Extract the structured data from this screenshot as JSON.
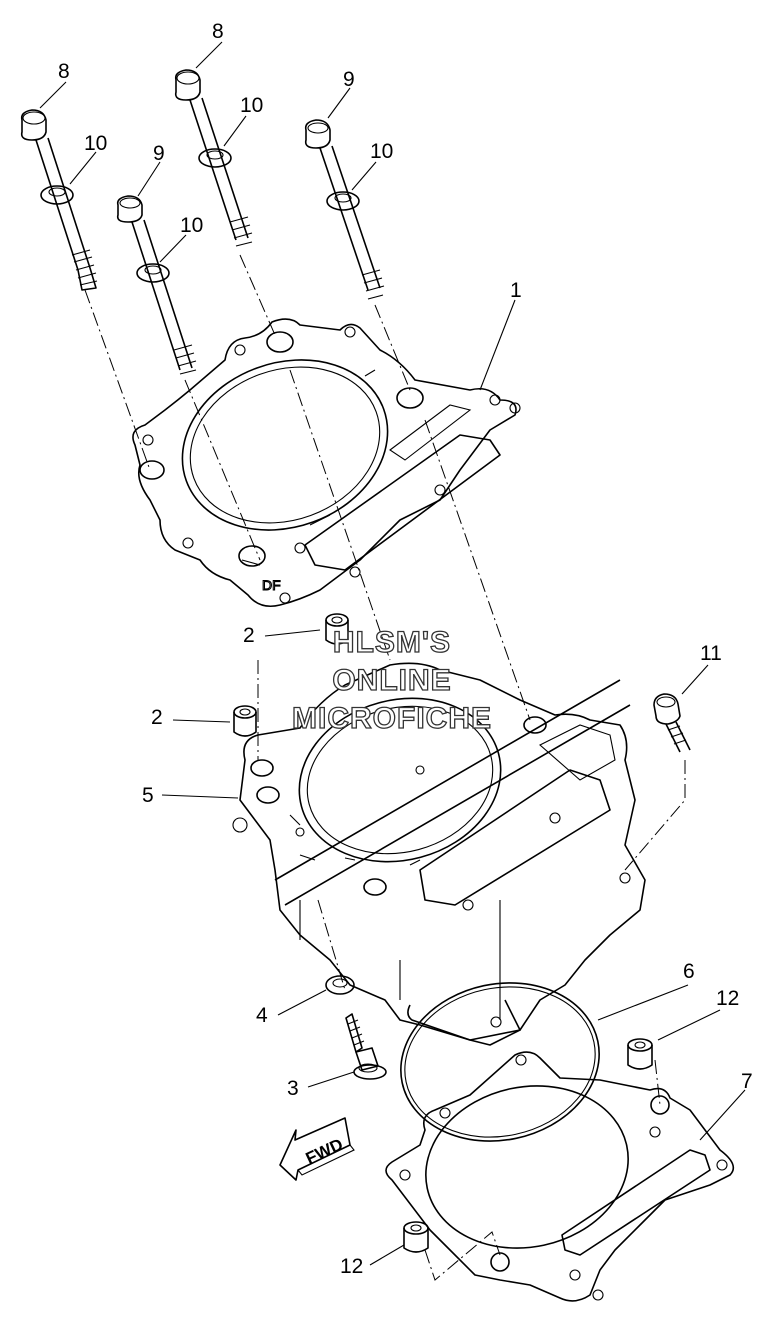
{
  "watermark": {
    "line1": "HLSM'S",
    "line2": "ONLINE",
    "line3": "MICROFICHE"
  },
  "fwd_label": "FWD",
  "callouts": {
    "c1": "1",
    "c2a": "2",
    "c2b": "2",
    "c3": "3",
    "c4": "4",
    "c5": "5",
    "c6": "6",
    "c7": "7",
    "c8a": "8",
    "c8b": "8",
    "c9a": "9",
    "c9b": "9",
    "c10a": "10",
    "c10b": "10",
    "c10c": "10",
    "c10d": "10",
    "c11": "11",
    "c12a": "12",
    "c12b": "12"
  },
  "parts": [
    "cylinder-head-gasket",
    "dowel-pin",
    "bolt",
    "washer",
    "cylinder",
    "o-ring",
    "cylinder-gasket",
    "flange-bolt",
    "bolt",
    "washer",
    "bolt",
    "dowel-pin"
  ]
}
